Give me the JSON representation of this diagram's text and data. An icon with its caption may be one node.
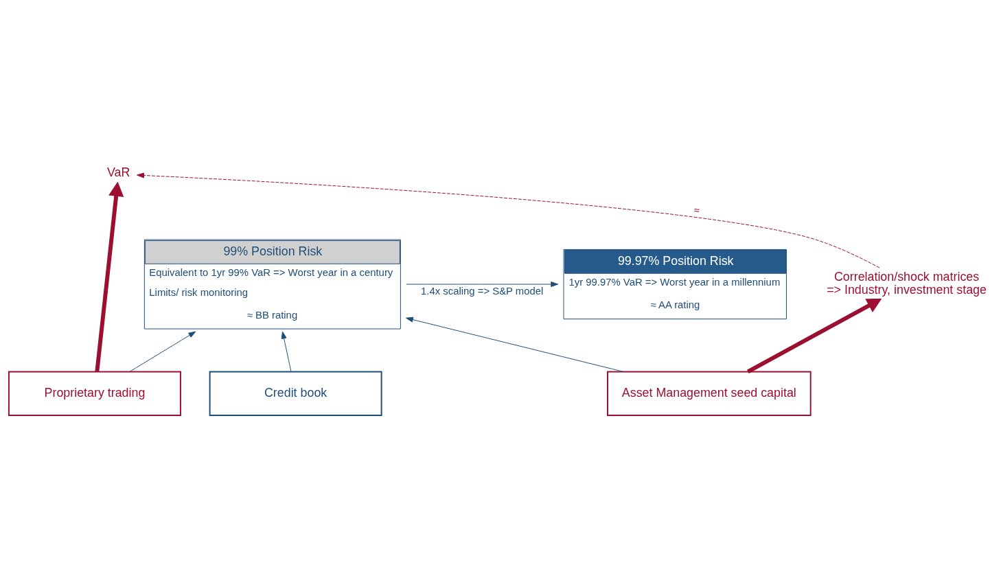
{
  "diagram": {
    "nodes": [
      {
        "text": [
          "99% Position Risk",
          "Equivalent to 1yr 99% VaR => Worst year in a century",
          "Limits/ risk monitoring",
          "≈ BB rating"
        ]
      },
      {
        "text": [
          "99.97% Position Risk",
          "1yr 99.97% VaR => Worst year in a millennium",
          "≈ AA rating"
        ]
      },
      {
        "text": [
          "Credit book"
        ]
      },
      {
        "text": [
          "Proprietary trading"
        ]
      },
      {
        "text": [
          "Asset Management seed capital"
        ]
      },
      {
        "text": [
          "VaR"
        ]
      },
      {
        "text": [
          "Correlation/shock matrices",
          "=> Industry, investment stage"
        ]
      }
    ],
    "edges": [
      {
        "from": 0,
        "to": 1,
        "arrow": "to",
        "label": "1.4x scaling => S&P model"
      },
      {
        "from": 2,
        "to": 0,
        "arrow": "to"
      },
      {
        "from": 3,
        "to": 0,
        "arrow": "to"
      },
      {
        "from": 4,
        "to": 0,
        "arrow": "to"
      },
      {
        "from": 3,
        "to": 5,
        "arrow": "to",
        "style": "thick",
        "color": "#9b1030"
      },
      {
        "from": 4,
        "to": 6,
        "arrow": "to",
        "style": "thick",
        "color": "#9b1030"
      },
      {
        "from": 6,
        "to": 5,
        "arrow": "to",
        "label": "≈",
        "style": "dashed",
        "color": "#9b1030"
      }
    ]
  }
}
